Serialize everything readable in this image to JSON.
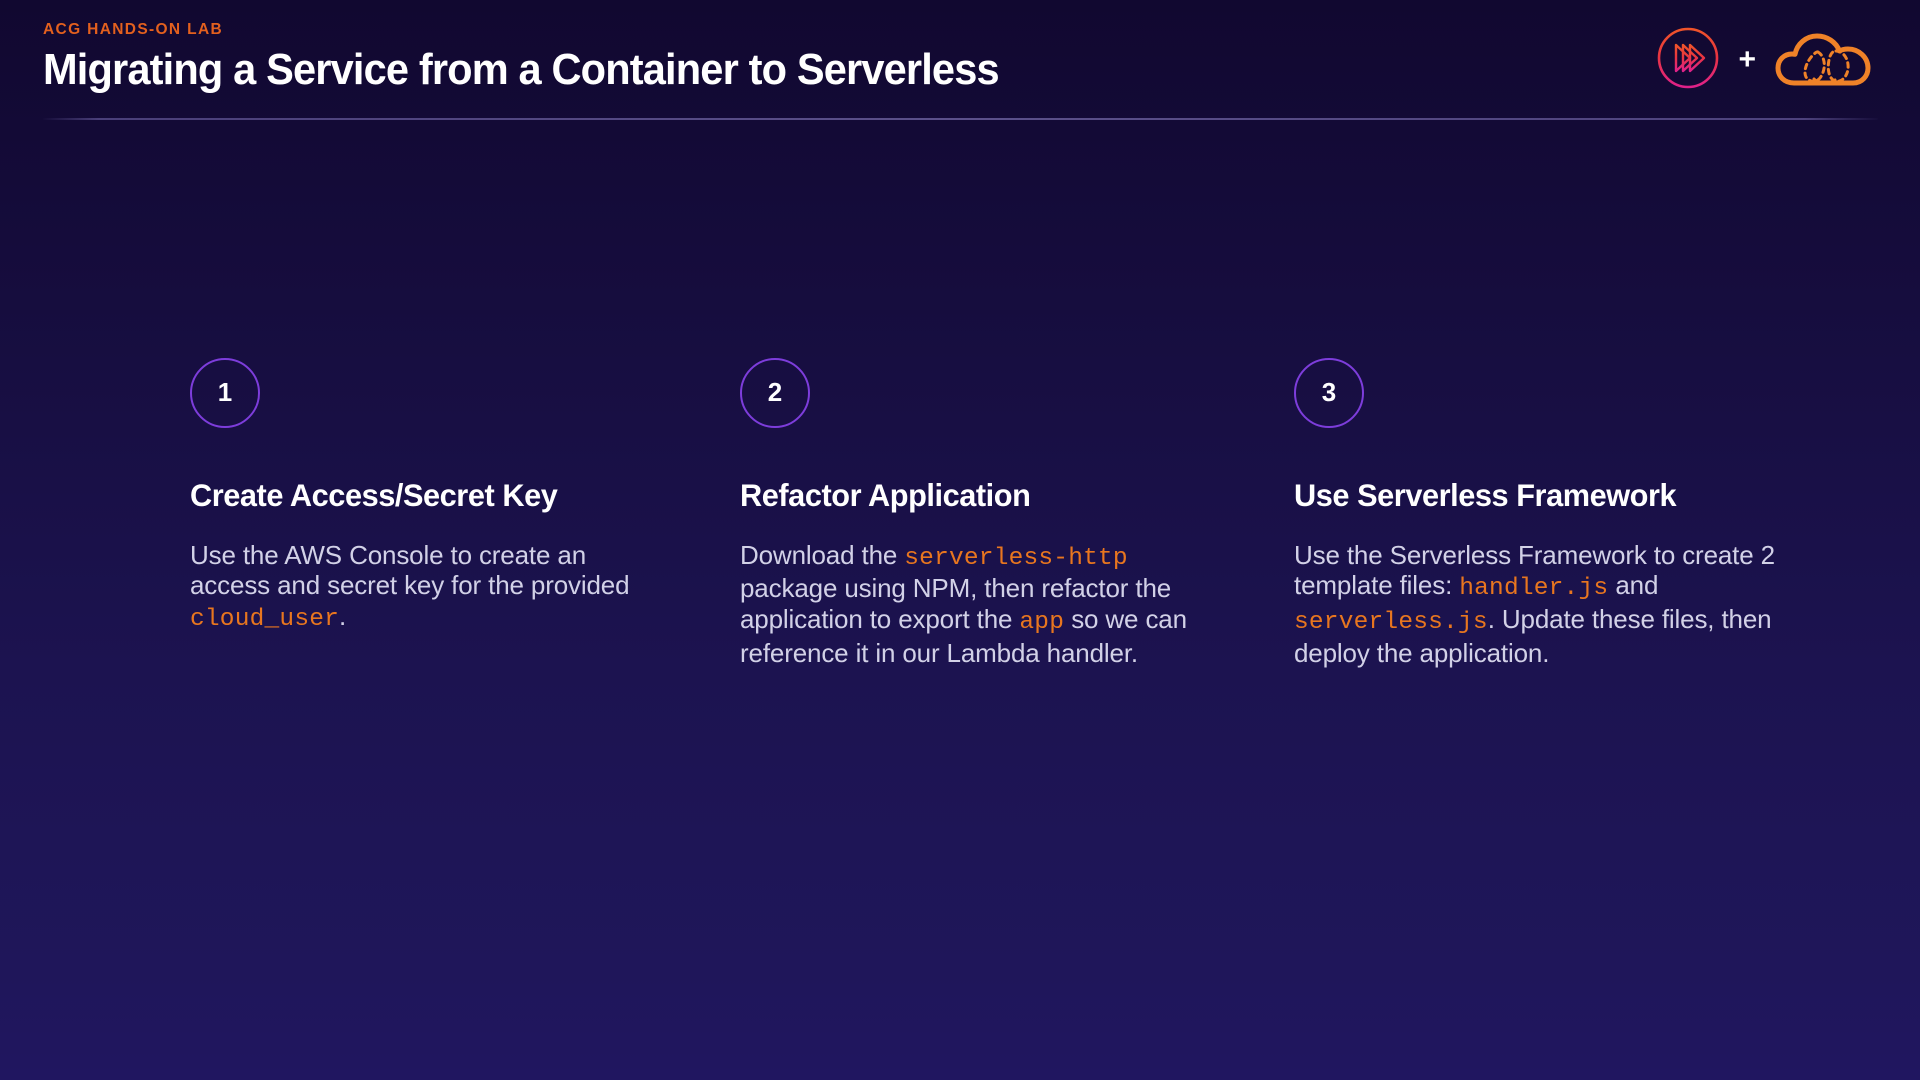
{
  "header": {
    "eyebrow": "ACG HANDS-ON LAB",
    "title": "Migrating a Service from a Container to Serverless",
    "plus_symbol": "+",
    "logos": {
      "acg_logo_name": "a-cloud-guru-play-logo",
      "cloud_logo_name": "aws-cloud-guru-logo"
    },
    "colors": {
      "eyebrow": "#e3601e",
      "title": "#ffffff",
      "rule": "#a396de",
      "acg_logo_gradient_start": "#f0542a",
      "acg_logo_gradient_end": "#e0218a",
      "cloud_logo": "#ef8228"
    }
  },
  "theme": {
    "background_top": "#110830",
    "background_bottom": "#201660",
    "step_ring": "#7d3ddb",
    "body_text": "#d2d1e7",
    "code_text": "#e8761f"
  },
  "cards": [
    {
      "number": "1",
      "title": "Create Access/Secret Key",
      "body_parts": [
        {
          "type": "text",
          "value": "Use the AWS Console to create an access and secret key for the provided "
        },
        {
          "type": "code",
          "value": "cloud_user"
        },
        {
          "type": "text",
          "value": "."
        }
      ],
      "body_plain": "Use the AWS Console to create an access and secret key for the provided cloud_user."
    },
    {
      "number": "2",
      "title": "Refactor Application",
      "body_parts": [
        {
          "type": "text",
          "value": "Download the "
        },
        {
          "type": "code",
          "value": "serverless-http"
        },
        {
          "type": "text",
          "value": " package using NPM, then refactor the application to export the "
        },
        {
          "type": "code",
          "value": "app"
        },
        {
          "type": "text",
          "value": " so we can reference it in our Lambda handler."
        }
      ],
      "body_plain": "Download the serverless-http package using NPM, then refactor the application to export the app so we can reference it in our Lambda handler."
    },
    {
      "number": "3",
      "title": "Use Serverless Framework",
      "body_parts": [
        {
          "type": "text",
          "value": "Use the Serverless Framework to create 2 template files: "
        },
        {
          "type": "code",
          "value": "handler.js"
        },
        {
          "type": "text",
          "value": " and "
        },
        {
          "type": "code",
          "value": "serverless.js"
        },
        {
          "type": "text",
          "value": ". Update these files, then deploy the application."
        }
      ],
      "body_plain": "Use the Serverless Framework to create 2 template files: handler.js and serverless.js. Update these files, then deploy the application."
    }
  ]
}
